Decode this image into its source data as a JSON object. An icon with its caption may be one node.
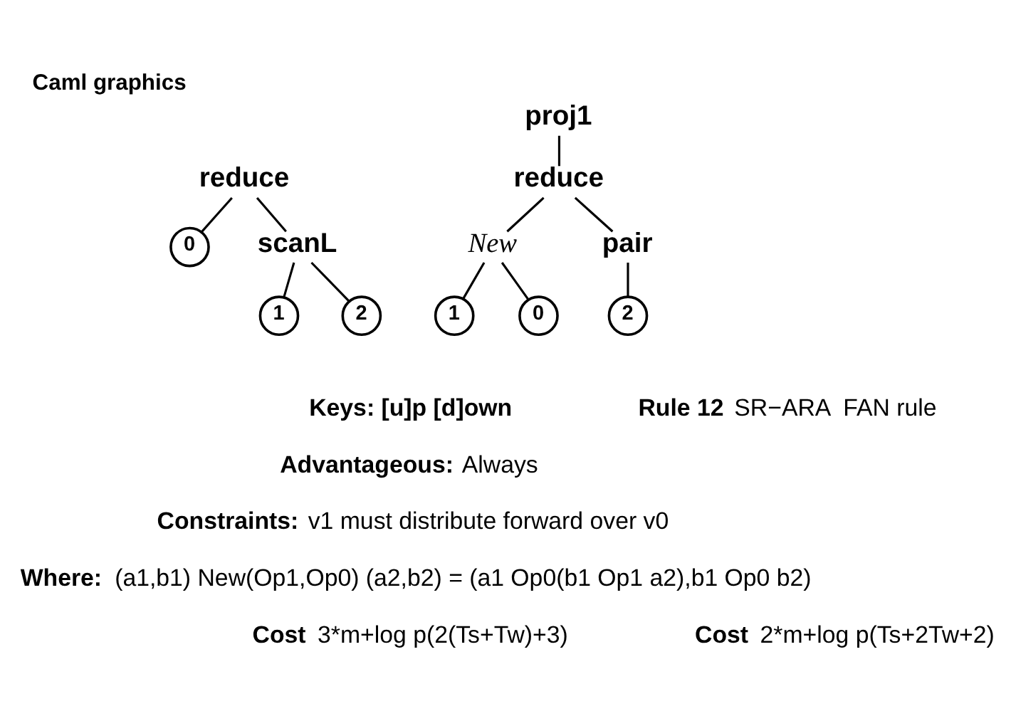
{
  "diagram": {
    "title": "Caml graphics",
    "nodes": [
      {
        "text": [
          "reduce"
        ]
      },
      {
        "text": [
          "0"
        ]
      },
      {
        "text": [
          "scanL"
        ]
      },
      {
        "text": [
          "1"
        ]
      },
      {
        "text": [
          "2"
        ]
      },
      {
        "text": [
          "proj1"
        ]
      },
      {
        "text": [
          "reduce"
        ]
      },
      {
        "text": [
          "New"
        ]
      },
      {
        "text": [
          "pair"
        ]
      },
      {
        "text": [
          "1"
        ]
      },
      {
        "text": [
          "0"
        ]
      },
      {
        "text": [
          "2"
        ]
      }
    ],
    "edges": [
      {
        "from": 0,
        "to": 1,
        "arrow": "none"
      },
      {
        "from": 0,
        "to": 2,
        "arrow": "none"
      },
      {
        "from": 2,
        "to": 3,
        "arrow": "none"
      },
      {
        "from": 2,
        "to": 4,
        "arrow": "none"
      },
      {
        "from": 5,
        "to": 6,
        "arrow": "none"
      },
      {
        "from": 6,
        "to": 7,
        "arrow": "none"
      },
      {
        "from": 6,
        "to": 8,
        "arrow": "none"
      },
      {
        "from": 7,
        "to": 9,
        "arrow": "none"
      },
      {
        "from": 7,
        "to": 10,
        "arrow": "none"
      },
      {
        "from": 8,
        "to": 11,
        "arrow": "none"
      }
    ],
    "labels": [
      "**Keys: [u]p [d]own**",
      "**Rule 12** SR−ARA  FAN rule",
      "**Advantageous:** Always",
      "**Constraints:** v1 must distribute forward over v0",
      "**Where:** (a1,b1) New(Op1,Op0) (a2,b2) = (a1 Op0(b1 Op1 a2),b1 Op0 b2)",
      "**Cost** 3*m+log p(2(Ts+Tw)+3)",
      "**Cost** 2*m+log p(Ts+2Tw+2)"
    ]
  }
}
